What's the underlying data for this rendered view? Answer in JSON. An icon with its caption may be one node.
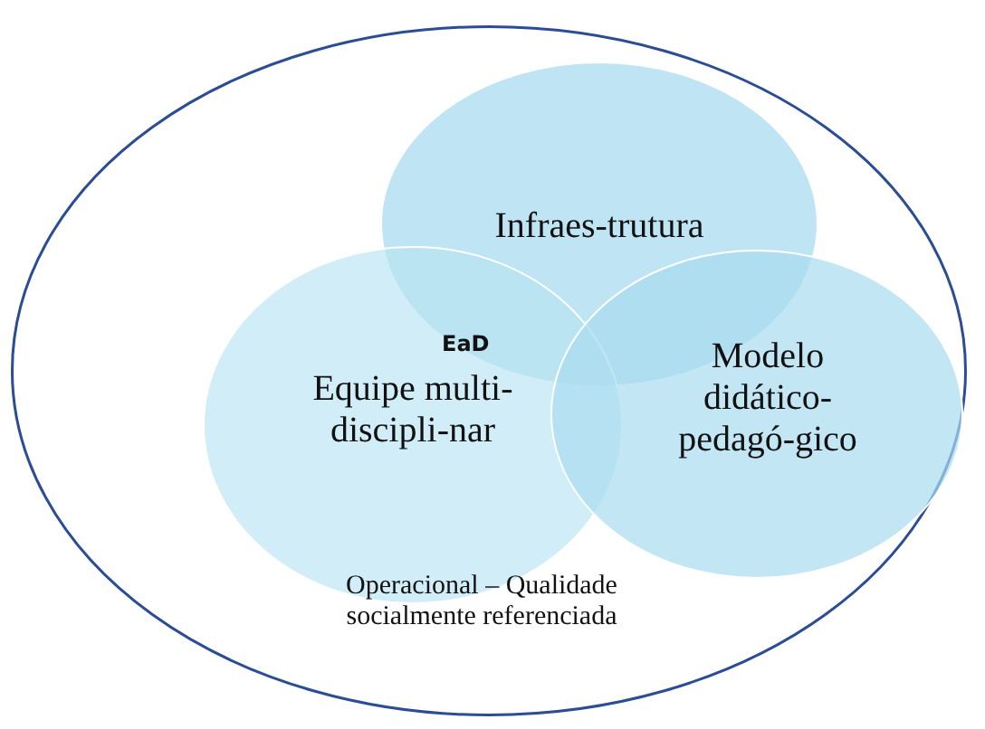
{
  "diagram": {
    "nodes": [
      {
        "text": [
          "Operacional – Qualidade socialmente referenciada"
        ]
      },
      {
        "text": [
          "Infraes-trutura"
        ],
        "in": 0
      },
      {
        "text": [
          "Equipe multi- discipli-nar"
        ],
        "in": 0
      },
      {
        "text": [
          "Modelo didático- pedagó-gico"
        ],
        "in": 0
      }
    ],
    "edges": [],
    "labels": [
      "EaD"
    ]
  }
}
